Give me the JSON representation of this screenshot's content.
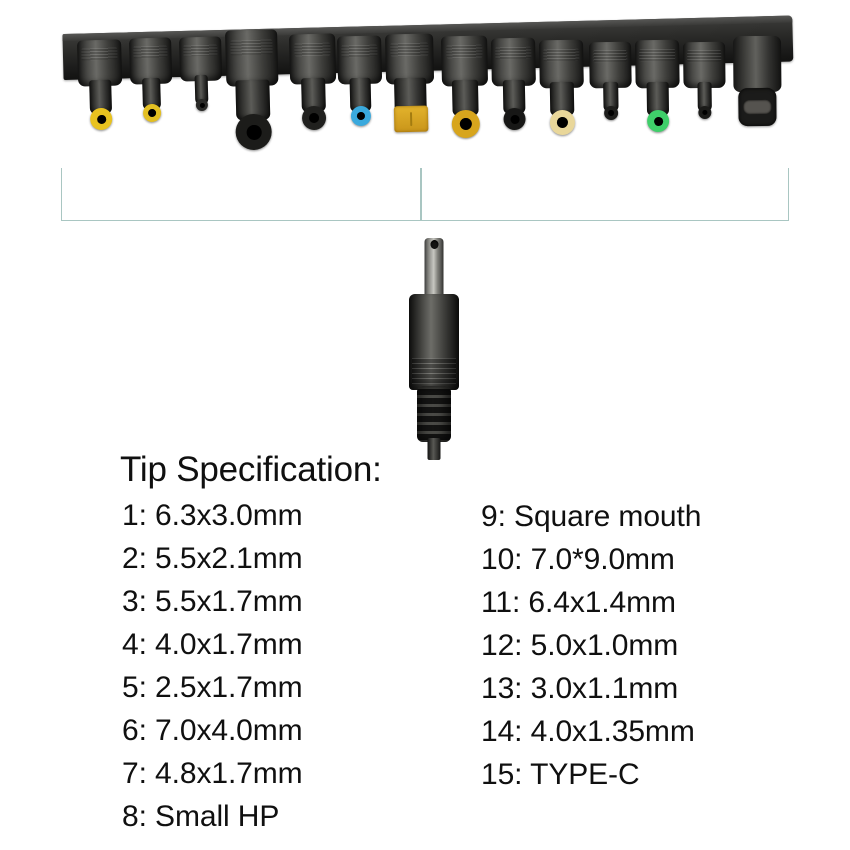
{
  "product": {
    "heading": "Tip Specification:",
    "tip_count": 15
  },
  "spec_columns": {
    "left": [
      {
        "index": "1",
        "label": "1: 6.3x3.0mm"
      },
      {
        "index": "2",
        "label": "2: 5.5x2.1mm"
      },
      {
        "index": "3",
        "label": "3: 5.5x1.7mm"
      },
      {
        "index": "4",
        "label": "4: 4.0x1.7mm"
      },
      {
        "index": "5",
        "label": "5: 2.5x1.7mm"
      },
      {
        "index": "6",
        "label": "6: 7.0x4.0mm"
      },
      {
        "index": "7",
        "label": "7: 4.8x1.7mm"
      },
      {
        "index": "8",
        "label": "8: Small HP"
      }
    ],
    "right": [
      {
        "index": "9",
        "label": "9: Square mouth"
      },
      {
        "index": "10",
        "label": "10: 7.0*9.0mm"
      },
      {
        "index": "11",
        "label": "11: 6.4x1.4mm"
      },
      {
        "index": "12",
        "label": "12: 5.0x1.0mm"
      },
      {
        "index": "13",
        "label": "13: 3.0x1.1mm"
      },
      {
        "index": "14",
        "label": "14: 4.0x1.35mm"
      },
      {
        "index": "15",
        "label": "15: TYPE-C"
      }
    ]
  },
  "colors": {
    "bracket_line": "#a9c6c2",
    "text": "#101010",
    "background": "#ffffff",
    "tray": "#262624",
    "tip_yellow": "#e8c21f",
    "tip_gold": "#d7a51d",
    "tip_blue": "#3aa9dd",
    "tip_green": "#3fcf6a",
    "tip_cream": "#e9d79a",
    "tip_black": "#141413",
    "metal": "#b4b4ae"
  },
  "tips": [
    {
      "n": "1",
      "name": "tip-yellow-barrel-large",
      "face": "#e8c21f",
      "style": "ring"
    },
    {
      "n": "2",
      "name": "tip-yellow-barrel-small",
      "face": "#e3bf22",
      "style": "ring"
    },
    {
      "n": "3",
      "name": "tip-black-barrel-micro",
      "face": "#2a2a28",
      "style": "ring"
    },
    {
      "n": "4",
      "name": "tip-black-barrel-xl",
      "face": "#1c1c1a",
      "style": "ring"
    },
    {
      "n": "5",
      "name": "tip-black-barrel-medium",
      "face": "#20201e",
      "style": "ring"
    },
    {
      "n": "6",
      "name": "tip-blue-ring-barrel",
      "face": "#3aa9dd",
      "style": "ring"
    },
    {
      "n": "7",
      "name": "tip-lenovo-square-mouth",
      "face": "#e3b32c",
      "style": "rect"
    },
    {
      "n": "8",
      "name": "tip-gold-ring-barrel",
      "face": "#d7a51d",
      "style": "ring"
    },
    {
      "n": "9",
      "name": "tip-black-ring-barrel",
      "face": "#171716",
      "style": "ring"
    },
    {
      "n": "10",
      "name": "tip-cream-ring-barrel",
      "face": "#e9d79a",
      "style": "ring"
    },
    {
      "n": "11",
      "name": "tip-black-pin-small",
      "face": "#1e1e1c",
      "style": "ring"
    },
    {
      "n": "12",
      "name": "tip-green-ring-barrel",
      "face": "#3fcf6a",
      "style": "ring"
    },
    {
      "n": "13",
      "name": "tip-black-pin-tiny",
      "face": "#1b1b19",
      "style": "ring"
    },
    {
      "n": "14",
      "name": "tip-usb-type-c",
      "face": "#55534f",
      "style": "typec"
    }
  ],
  "brackets": [
    {
      "name": "bracket-left-group"
    },
    {
      "name": "bracket-right-group"
    }
  ]
}
